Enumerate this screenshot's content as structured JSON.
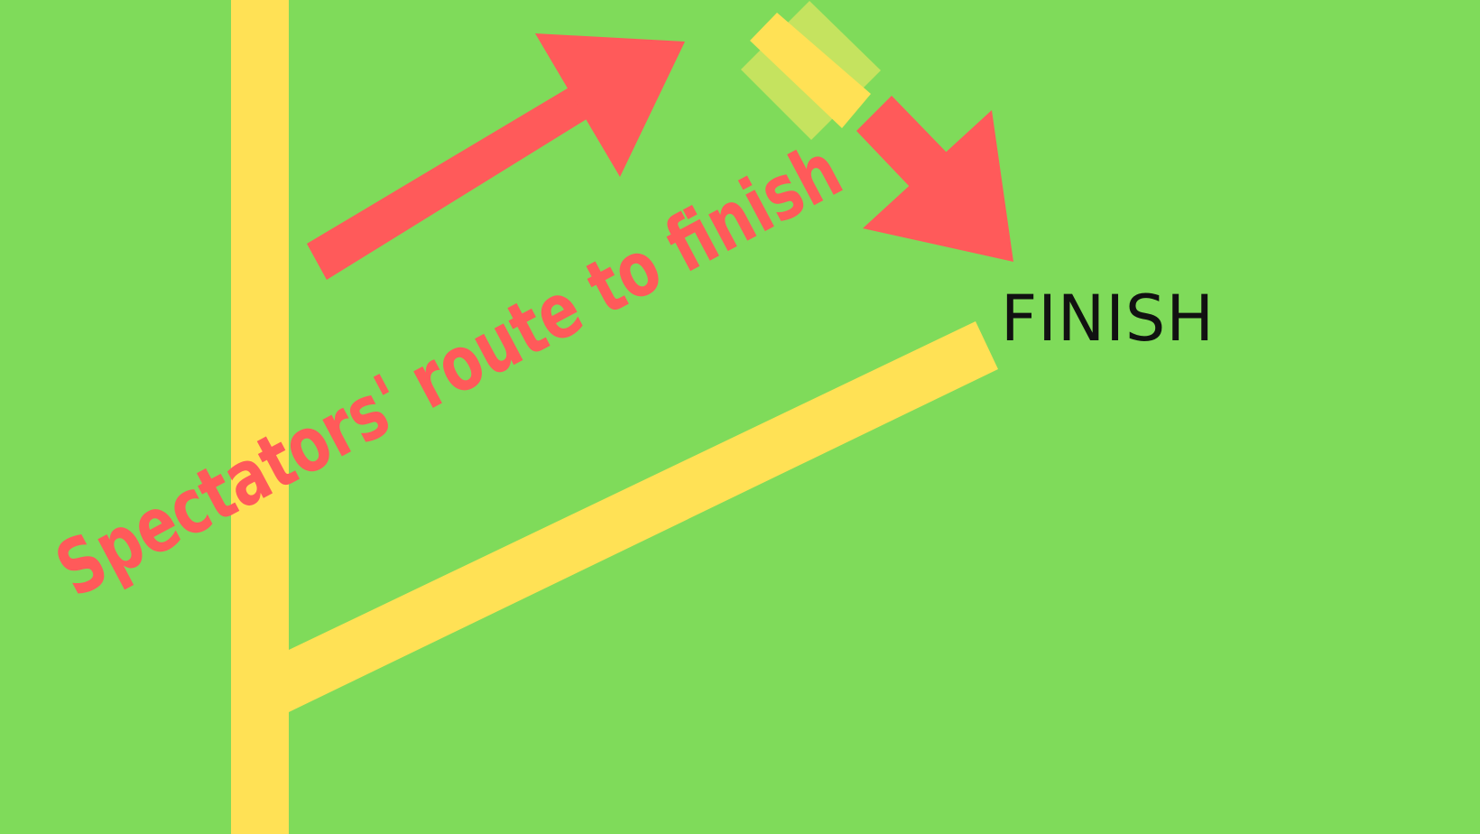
{
  "map": {
    "route_label": "Spectators' route to finish",
    "finish_label": "FINISH"
  },
  "colors": {
    "background": "#7fdb5a",
    "path": "#ffe155",
    "route": "#ff5a5a",
    "marker_light": "#c5e35f",
    "text": "#111111"
  },
  "icons": {
    "route_arrow_1": "arrow-up-right",
    "route_arrow_2": "arrow-down-right",
    "crossing_marker": "barrier-marker"
  }
}
